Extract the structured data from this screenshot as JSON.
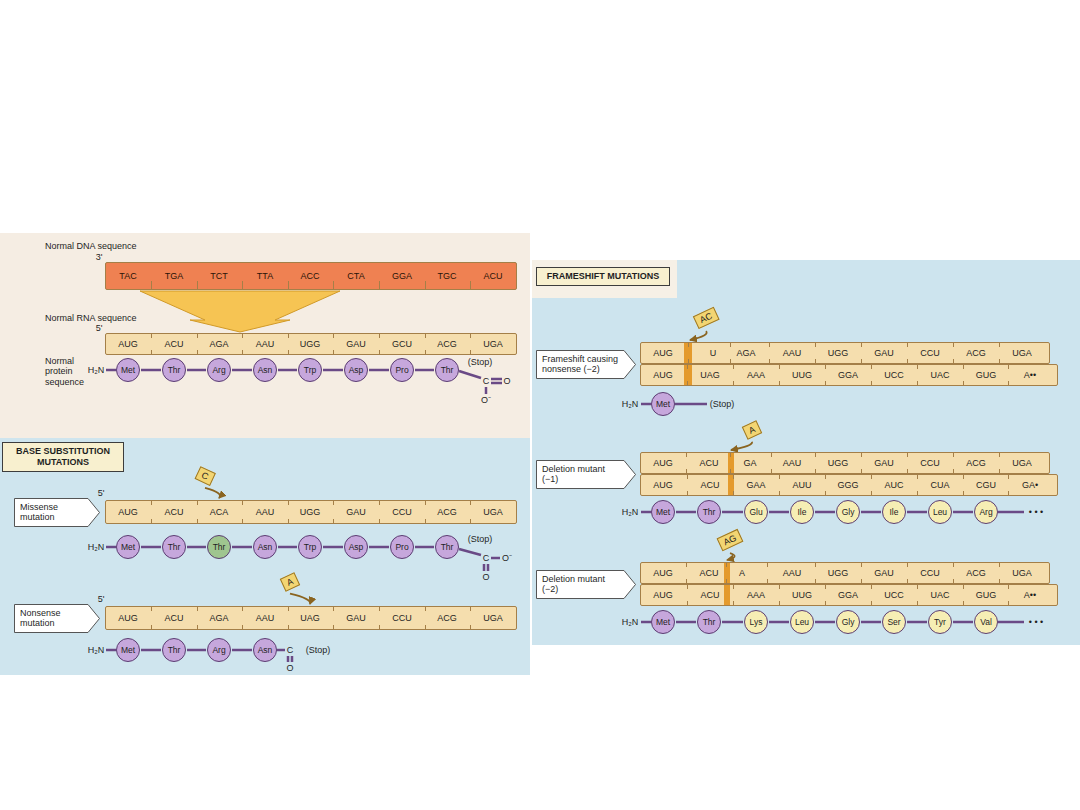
{
  "diagram": {
    "nodes": [
      {
        "text": [
          "TAC",
          "TGA",
          "TCT",
          "TTA",
          "ACC",
          "CTA",
          "GGA",
          "TGC",
          "ACU"
        ]
      },
      {
        "text": [
          "AUG",
          "ACU",
          "AGA",
          "AAU",
          "UGG",
          "GAU",
          "GCU",
          "ACG",
          "UGA"
        ]
      },
      {
        "text": [
          "Met"
        ]
      },
      {
        "text": [
          "Thr"
        ]
      },
      {
        "text": [
          "Arg"
        ]
      },
      {
        "text": [
          "Asn"
        ]
      },
      {
        "text": [
          "Trp"
        ]
      },
      {
        "text": [
          "Asp"
        ]
      },
      {
        "text": [
          "Pro"
        ]
      },
      {
        "text": [
          "Thr"
        ]
      },
      {
        "text": [
          "BASE SUBSTITUTION MUTATIONS"
        ]
      },
      {
        "text": [
          "C"
        ]
      },
      {
        "text": [
          "Missense mutation"
        ]
      },
      {
        "text": [
          "AUG",
          "ACU",
          "ACA",
          "AAU",
          "UGG",
          "GAU",
          "CCU",
          "ACG",
          "UGA"
        ]
      },
      {
        "text": [
          "Met"
        ]
      },
      {
        "text": [
          "Thr"
        ]
      },
      {
        "text": [
          "Thr"
        ]
      },
      {
        "text": [
          "Asn"
        ]
      },
      {
        "text": [
          "Trp"
        ]
      },
      {
        "text": [
          "Asp"
        ]
      },
      {
        "text": [
          "Pro"
        ]
      },
      {
        "text": [
          "Thr"
        ]
      },
      {
        "text": [
          "A"
        ]
      },
      {
        "text": [
          "Nonsense mutation"
        ]
      },
      {
        "text": [
          "AUG",
          "ACU",
          "AGA",
          "AAU",
          "UAG",
          "GAU",
          "CCU",
          "ACG",
          "UGA"
        ]
      },
      {
        "text": [
          "Met"
        ]
      },
      {
        "text": [
          "Thr"
        ]
      },
      {
        "text": [
          "Arg"
        ]
      },
      {
        "text": [
          "Asn"
        ]
      },
      {
        "text": [
          "FRAMESHIFT MUTATIONS"
        ]
      },
      {
        "text": [
          "AC"
        ]
      },
      {
        "text": [
          "Frameshift causing nonsense (−2)"
        ]
      },
      {
        "text": [
          "AUG",
          "U",
          "AGA",
          "AAU",
          "UGG",
          "GAU",
          "CCU",
          "ACG",
          "UGA"
        ]
      },
      {
        "text": [
          "AUG",
          "UAG",
          "AAA",
          "UUG",
          "GGA",
          "UCC",
          "UAC",
          "GUG",
          "A••"
        ]
      },
      {
        "text": [
          "Met"
        ]
      },
      {
        "text": [
          "A"
        ]
      },
      {
        "text": [
          "Deletion mutant (−1)"
        ]
      },
      {
        "text": [
          "AUG",
          "ACU",
          "GA",
          "AAU",
          "UGG",
          "GAU",
          "CCU",
          "ACG",
          "UGA"
        ]
      },
      {
        "text": [
          "AUG",
          "ACU",
          "GAA",
          "AUU",
          "GGG",
          "AUC",
          "CUA",
          "CGU",
          "GA•"
        ]
      },
      {
        "text": [
          "Met"
        ]
      },
      {
        "text": [
          "Thr"
        ]
      },
      {
        "text": [
          "Glu"
        ]
      },
      {
        "text": [
          "Ile"
        ]
      },
      {
        "text": [
          "Gly"
        ]
      },
      {
        "text": [
          "Ile"
        ]
      },
      {
        "text": [
          "Leu"
        ]
      },
      {
        "text": [
          "Arg"
        ]
      },
      {
        "text": [
          "AG"
        ]
      },
      {
        "text": [
          "Deletion mutant (−2)"
        ]
      },
      {
        "text": [
          "AUG",
          "ACU",
          "A",
          "AAU",
          "UGG",
          "GAU",
          "CCU",
          "ACG",
          "UGA"
        ]
      },
      {
        "text": [
          "AUG",
          "ACU",
          "AAA",
          "UUG",
          "GGA",
          "UCC",
          "UAC",
          "GUG",
          "A••"
        ]
      },
      {
        "text": [
          "Met"
        ]
      },
      {
        "text": [
          "Thr"
        ]
      },
      {
        "text": [
          "Lys"
        ]
      },
      {
        "text": [
          "Leu"
        ]
      },
      {
        "text": [
          "Gly"
        ]
      },
      {
        "text": [
          "Ser"
        ]
      },
      {
        "text": [
          "Tyr"
        ]
      },
      {
        "text": [
          "Val"
        ]
      }
    ],
    "edges": [
      {
        "from": 0,
        "to": 1,
        "arrow": "to"
      },
      {
        "from": 2,
        "to": 3,
        "arrow": "none"
      },
      {
        "from": 3,
        "to": 4,
        "arrow": "none"
      },
      {
        "from": 4,
        "to": 5,
        "arrow": "none"
      },
      {
        "from": 5,
        "to": 6,
        "arrow": "none"
      },
      {
        "from": 6,
        "to": 7,
        "arrow": "none"
      },
      {
        "from": 7,
        "to": 8,
        "arrow": "none"
      },
      {
        "from": 8,
        "to": 9,
        "arrow": "none"
      },
      {
        "from": 11,
        "to": 13,
        "arrow": "to"
      },
      {
        "from": 14,
        "to": 15,
        "arrow": "none"
      },
      {
        "from": 15,
        "to": 16,
        "arrow": "none"
      },
      {
        "from": 16,
        "to": 17,
        "arrow": "none"
      },
      {
        "from": 17,
        "to": 18,
        "arrow": "none"
      },
      {
        "from": 18,
        "to": 19,
        "arrow": "none"
      },
      {
        "from": 19,
        "to": 20,
        "arrow": "none"
      },
      {
        "from": 20,
        "to": 21,
        "arrow": "none"
      },
      {
        "from": 22,
        "to": 24,
        "arrow": "to"
      },
      {
        "from": 25,
        "to": 26,
        "arrow": "none"
      },
      {
        "from": 26,
        "to": 27,
        "arrow": "none"
      },
      {
        "from": 27,
        "to": 28,
        "arrow": "none"
      },
      {
        "from": 30,
        "to": 32,
        "arrow": "to"
      },
      {
        "from": 35,
        "to": 37,
        "arrow": "to"
      },
      {
        "from": 39,
        "to": 40,
        "arrow": "none"
      },
      {
        "from": 40,
        "to": 41,
        "arrow": "none"
      },
      {
        "from": 41,
        "to": 42,
        "arrow": "none"
      },
      {
        "from": 42,
        "to": 43,
        "arrow": "none"
      },
      {
        "from": 43,
        "to": 44,
        "arrow": "none"
      },
      {
        "from": 44,
        "to": 45,
        "arrow": "none"
      },
      {
        "from": 45,
        "to": 46,
        "arrow": "none"
      },
      {
        "from": 47,
        "to": 49,
        "arrow": "to"
      },
      {
        "from": 51,
        "to": 52,
        "arrow": "none"
      },
      {
        "from": 52,
        "to": 53,
        "arrow": "none"
      },
      {
        "from": 53,
        "to": 54,
        "arrow": "none"
      },
      {
        "from": 54,
        "to": 55,
        "arrow": "none"
      },
      {
        "from": 55,
        "to": 56,
        "arrow": "none"
      },
      {
        "from": 56,
        "to": 57,
        "arrow": "none"
      },
      {
        "from": 57,
        "to": 58,
        "arrow": "none"
      }
    ],
    "labels": [
      "Normal DNA sequence",
      "3'",
      "Normal RNA sequence",
      "5'",
      "Normal protein sequence",
      "H₂N",
      "(Stop)",
      "C",
      "O",
      "O⁻",
      "5'",
      "H₂N",
      "(Stop)",
      "C",
      "O⁻",
      "O",
      "5'",
      "H₂N",
      "C",
      "(Stop)",
      "O",
      "H₂N",
      "(Stop)",
      "H₂N",
      "• • •",
      "H₂N",
      "• • •"
    ]
  }
}
